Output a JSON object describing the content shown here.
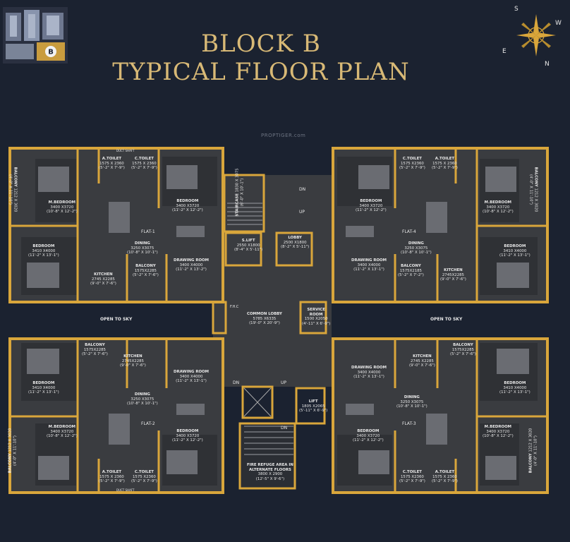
{
  "title": {
    "line1": "BLOCK B",
    "line2": "TYPICAL FLOOR PLAN"
  },
  "watermark": "PROPTIGER.com",
  "key_plan": {
    "block_letter": "B"
  },
  "compass": {
    "s": "S",
    "w": "W",
    "e": "E",
    "n": "N"
  },
  "colors": {
    "background": "#1b2230",
    "wall": "#d9a63b",
    "floor": "#3a3c40",
    "line": "#a8a8a8"
  },
  "shafts": {
    "duct_top": "DUCT SHAFT",
    "duct_bottom": "DUCT SHAFT"
  },
  "flats": {
    "flat1": "FLAT-1",
    "flat2": "FLAT-2",
    "flat3": "FLAT-3",
    "flat4": "FLAT-4"
  },
  "rooms": {
    "f1_atoilet": {
      "name": "A.TOILET",
      "dims": "1575 X 2360\n(5'-2\" X 7'-9\")"
    },
    "f1_ctoilet": {
      "name": "C.TOILET",
      "dims": "1575 X 2360\n(5'-2\" X 7'-9\")"
    },
    "f1_mbed": {
      "name": "M.BEDROOM",
      "dims": "3400 X3720\n(10'-8\" X 12'-2\")"
    },
    "f1_bed": {
      "name": "BEDROOM",
      "dims": "3400 X3720\n(11'-2\" X 12'-2\")"
    },
    "f1_bed2": {
      "name": "BEDROOM",
      "dims": "3410 X4000\n(11'-2\" X 13'-1\")"
    },
    "f1_dining": {
      "name": "DINING",
      "dims": "3250 X3075\n(10'-8\" X 10'-1\")"
    },
    "f1_kitchen": {
      "name": "KITCHEN",
      "dims": "2745 X2285\n(9'-0\" X 7'-6\")"
    },
    "f1_balcony": {
      "name": "BALCONY",
      "dims": "1575X2285\n(5'-2\" X 7'-6\")"
    },
    "f1_drawing": {
      "name": "DRAWING ROOM",
      "dims": "3400 X4000\n(11'-2\" X 13'-2\")"
    },
    "f1_sidebal": {
      "name": "BALCONY",
      "dims": "1212 X 3020\n(4'-0\" X 11'-10\")"
    },
    "f4_ctoilet": {
      "name": "C.TOILET",
      "dims": "1575 X2360\n(5'-2\" X 7'-9\")"
    },
    "f4_atoilet": {
      "name": "A.TOILET",
      "dims": "1575 X 2360\n(5'-2\" X 7'-9\")"
    },
    "f4_bed": {
      "name": "BEDROOM",
      "dims": "3400 X3720\n(11'-2\" X 12'-2\")"
    },
    "f4_mbed": {
      "name": "M.BEDROOM",
      "dims": "3400 X3720\n(10'-8\" X 12'-2\")"
    },
    "f4_dining": {
      "name": "DINING",
      "dims": "3250 X3075\n(10'-8\" X 10'-1\")"
    },
    "f4_bed2": {
      "name": "BEDROOM",
      "dims": "3410 X4000\n(11'-2\" X 13'-1\")"
    },
    "f4_drawing": {
      "name": "DRAWING ROOM",
      "dims": "3400 X4000\n(11'-2\" X 13'-1\")"
    },
    "f4_balcony": {
      "name": "BALCONY",
      "dims": "1575X2185\n(5'-2\" X 7'-2\")"
    },
    "f4_kitchen": {
      "name": "KITCHEN",
      "dims": "2745X2285\n(9'-0\" X 7'-6\")"
    },
    "f4_sidebal": {
      "name": "BALCONY",
      "dims": "1212 X 3020\n(4'-0\" X 11'-10\")"
    },
    "f2_balcony": {
      "name": "BALCONY",
      "dims": "1575X2285\n(5'-2\" X 7'-6\")"
    },
    "f2_kitchen": {
      "name": "KITCHEN",
      "dims": "2745X2285\n(9'-0\" X 7'-6\")"
    },
    "f2_bed2": {
      "name": "BEDROOM",
      "dims": "3410 X4000\n(11'-2\" X 13'-1\")"
    },
    "f2_drawing": {
      "name": "DRAWING ROOM",
      "dims": "3400 X4000\n(11'-2\" X 13'-1\")"
    },
    "f2_dining": {
      "name": "DINING",
      "dims": "3250 X3075\n(10'-8\" X 10'-1\")"
    },
    "f2_mbed": {
      "name": "M.BEDROOM",
      "dims": "3400 X3720\n(10'-8\" X 12'-2\")"
    },
    "f2_bed": {
      "name": "BEDROOM",
      "dims": "3400 X3720\n(11'-2\" X 12'-2\")"
    },
    "f2_atoilet": {
      "name": "A.TOILET",
      "dims": "1575 X 2360\n(5'-2\" X 7'-9\")"
    },
    "f2_ctoilet": {
      "name": "C.TOILET",
      "dims": "1575 X2360\n(5'-2\" X 7'-9\")"
    },
    "f2_sidebal": {
      "name": "BALCONY",
      "dims": "1212 X 3020\n(4'-0\" X 11'-10\")"
    },
    "f3_kitchen": {
      "name": "KITCHEN",
      "dims": "2745 X2285\n(9'-0\" X 7'-6\")"
    },
    "f3_balcony": {
      "name": "BALCONY",
      "dims": "1575X2285\n(5'-2\" X 7'-6\")"
    },
    "f3_drawing": {
      "name": "DRAWING ROOM",
      "dims": "3400 X4000\n(11'-2\" X 13'-1\")"
    },
    "f3_bed2": {
      "name": "BEDROOM",
      "dims": "3410 X4000\n(11'-2\" X 13'-1\")"
    },
    "f3_dining": {
      "name": "DINING",
      "dims": "3250 X3075\n(10'-8\" X 10'-1\")"
    },
    "f3_bed": {
      "name": "BEDROOM",
      "dims": "3400 X3720\n(11'-2\" X 12'-2\")"
    },
    "f3_mbed": {
      "name": "M.BEDROOM",
      "dims": "3400 X3720\n(10'-8\" X 12'-2\")"
    },
    "f3_ctoilet": {
      "name": "C.TOILET",
      "dims": "1575 X2360\n(5'-2\" X 7'-9\")"
    },
    "f3_atoilet": {
      "name": "A.TOILET",
      "dims": "1575 X 2360\n(5'-2\" X 7'-9\")"
    },
    "f3_sidebal": {
      "name": "BALCONY",
      "dims": "1212 X 3020\n(4'-0\" X 11'-10\")"
    }
  },
  "core": {
    "staircase": {
      "name": "STAIRCASE",
      "dims": "1830 X 3075\n(6'-0\" X 10'-1\")"
    },
    "slift": {
      "name": "S.LIFT",
      "dims": "2550 X1800\n(8'-4\" X 5'-11\")"
    },
    "lobby": {
      "name": "LOBBY",
      "dims": "2500 X1800\n(8'-2\" X 5'-11\")"
    },
    "common_lobby": {
      "name": "COMMON LOBBY",
      "dims": "5785 X6335\n(19'-0\" X 20'-9\")"
    },
    "service_room": {
      "name": "SERVICE\nROOM",
      "dims": "1500 X2050\n(4'-11\" X 6'-9\")"
    },
    "lift": {
      "name": "LIFT",
      "dims": "1805 X2065\n(5'-11\" X 6'-9\")"
    },
    "fire_refuge": {
      "name": "FIRE REFUGE AREA IN\nALTERNATE FLOORS",
      "dims": "3800 X 2900\n(12'-5\" X 9'-6\")"
    },
    "fhc": "F.H.C",
    "open_sky_left": "OPEN TO SKY",
    "open_sky_right": "OPEN TO SKY",
    "dn_top": "DN",
    "up_top": "UP",
    "dn_mid": "DN",
    "up_mid": "UP",
    "dn_bottom": "DN"
  }
}
